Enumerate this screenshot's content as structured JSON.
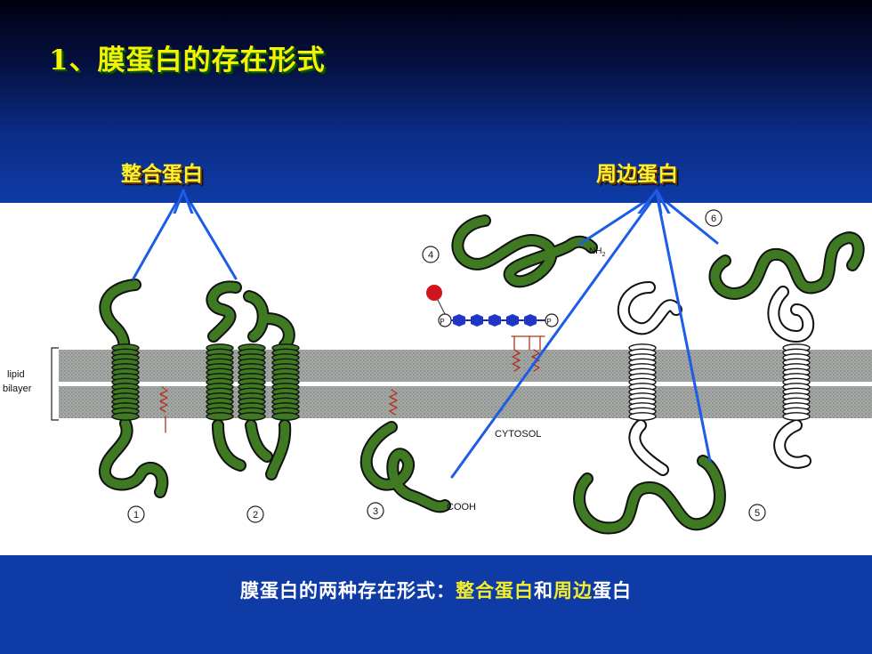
{
  "slide": {
    "title": "1、膜蛋白的存在形式",
    "label_integral": "整合蛋白",
    "label_peripheral": "周边蛋白"
  },
  "figure": {
    "lipid_label_line1": "lipid",
    "lipid_label_line2": "bilayer",
    "cytosol_label": "CYTOSOL",
    "nh2_label": "NH",
    "nh2_subscript": "2",
    "cooh_label": "COOH",
    "phosphate_label": "P",
    "numbers": [
      "1",
      "2",
      "3",
      "4",
      "5",
      "6"
    ]
  },
  "caption": {
    "prefix": "膜蛋白的两种存在形式：",
    "integral": "整合蛋白",
    "conjunction": "和",
    "peripheral": "周边",
    "suffix": "蛋白"
  },
  "colors": {
    "protein": "#3f7a22",
    "protein_outline": "#111111",
    "pointer_line": "#1d5ce6",
    "title": "#f6f200",
    "background": "#0f3ba6"
  }
}
